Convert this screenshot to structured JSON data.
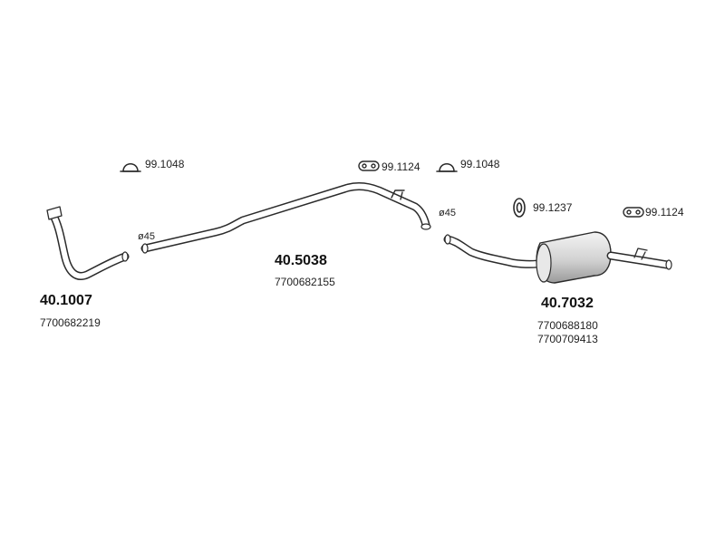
{
  "parts": [
    {
      "part_number": "40.1007",
      "oem_refs": [
        "7700682219"
      ]
    },
    {
      "part_number": "40.5038",
      "oem_refs": [
        "7700682155"
      ]
    },
    {
      "part_number": "40.7032",
      "oem_refs": [
        "7700688180",
        "7700709413"
      ]
    }
  ],
  "diameters": [
    "ø45",
    "ø45"
  ],
  "accessories": [
    {
      "code": "99.1048",
      "icon": "clamp-icon"
    },
    {
      "code": "99.1124",
      "icon": "rubber-hanger-icon"
    },
    {
      "code": "99.1048",
      "icon": "clamp-icon"
    },
    {
      "code": "99.1237",
      "icon": "ring-mount-icon"
    },
    {
      "code": "99.1124",
      "icon": "rubber-hanger-icon"
    }
  ],
  "colors": {
    "line": "#2b2b2b",
    "fill": "#ffffff",
    "muffler_shade": "#cfcfcf"
  }
}
